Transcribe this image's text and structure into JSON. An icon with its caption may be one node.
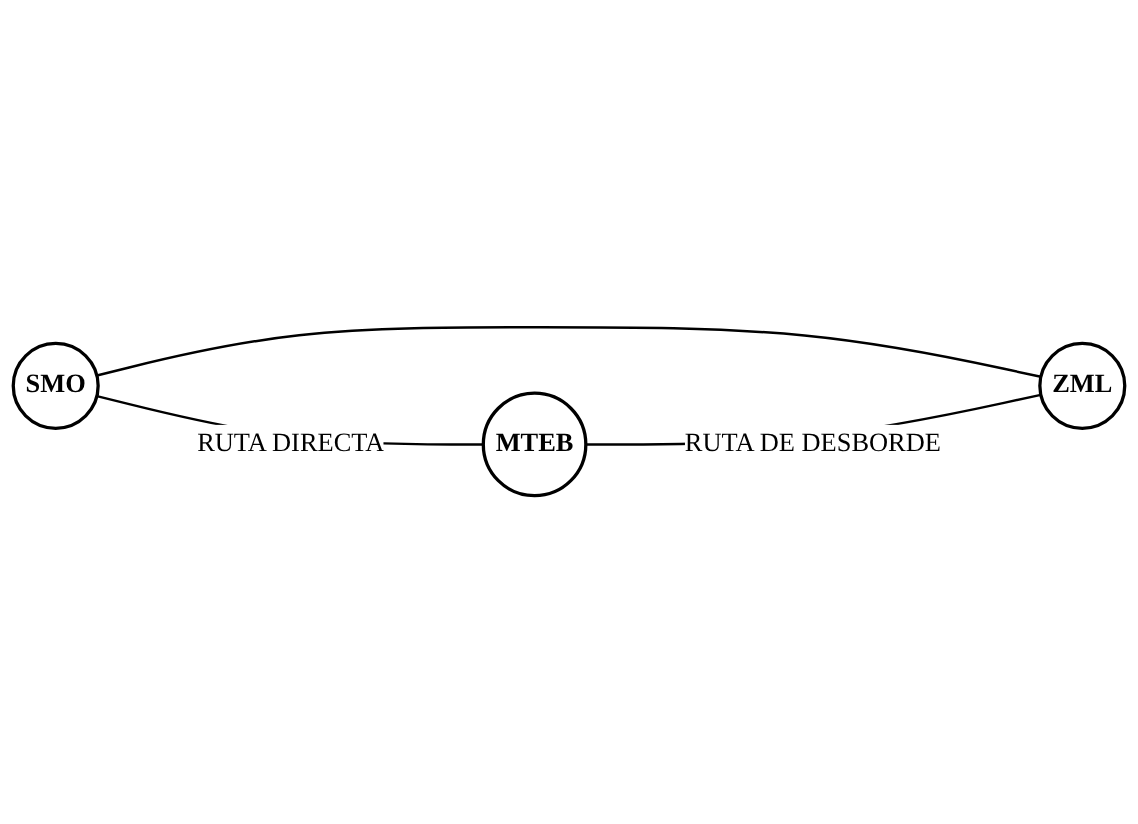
{
  "diagram": {
    "nodes": [
      {
        "text": [
          "SMO"
        ]
      },
      {
        "text": [
          "MTEB"
        ]
      },
      {
        "text": [
          "ZML"
        ]
      }
    ],
    "edges": [
      {
        "from": 0,
        "to": 1,
        "arrow": "none",
        "label": "RUTA DIRECTA"
      },
      {
        "from": 0,
        "to": 2,
        "arrow": "none"
      },
      {
        "from": 1,
        "to": 2,
        "arrow": "none",
        "label": "RUTA DE DESBORDE"
      }
    ]
  }
}
